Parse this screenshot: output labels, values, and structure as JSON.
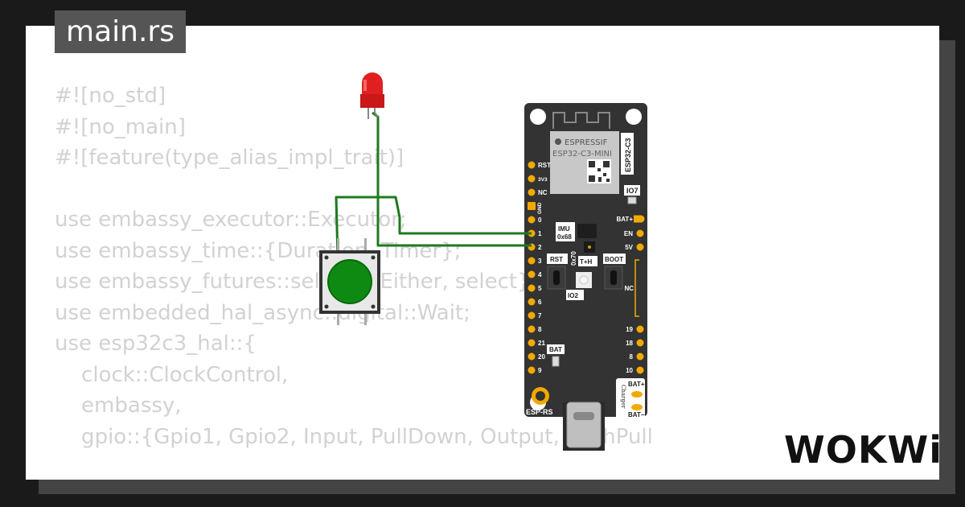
{
  "editor": {
    "filename": "main.rs",
    "code_lines": [
      "#![no_std]",
      "#![no_main]",
      "#![feature(type_alias_impl_trait)]",
      "",
      "use embassy_executor::Executor;",
      "use embassy_time::{Duration, Timer};",
      "use embassy_futures::select::{Either, select};",
      "use embedded_hal_async::digital::Wait;",
      "use esp32c3_hal::{",
      "    clock::ClockControl,",
      "    embassy,",
      "    gpio::{Gpio1, Gpio2, Input, PullDown, Output, PushPull"
    ]
  },
  "board": {
    "brand": "ESPRESSIF",
    "module": "ESP32-C3-MINI",
    "chip_label": "ESP32-C3",
    "logo_label": "ESP-RS",
    "left_pins": [
      "RST",
      "3V3",
      "NC",
      "GND",
      "0",
      "1",
      "2",
      "3",
      "4",
      "5",
      "6",
      "7",
      "8",
      "21",
      "20",
      "9"
    ],
    "right_pins": [
      "BAT+",
      "EN",
      "5V",
      "NC",
      "19",
      "18",
      "8",
      "10"
    ],
    "right_pin_nc": "NC",
    "labels": {
      "io7": "IO7",
      "imu": "IMU",
      "imu_addr": "0x68",
      "th": "T+H",
      "th_addr": "0x70",
      "rst": "RST",
      "boot": "BOOT",
      "io2": "IO2",
      "bat": "BAT",
      "charger": "Charger",
      "bat_plus": "BAT+",
      "bat_minus": "BAT−"
    }
  },
  "branding": {
    "logo_text": "WOKWi"
  },
  "colors": {
    "wire": "#1e7a1e",
    "pin": "#f2a900",
    "led": "#e02020",
    "button_cap": "#0e8a12",
    "board": "#333333"
  }
}
